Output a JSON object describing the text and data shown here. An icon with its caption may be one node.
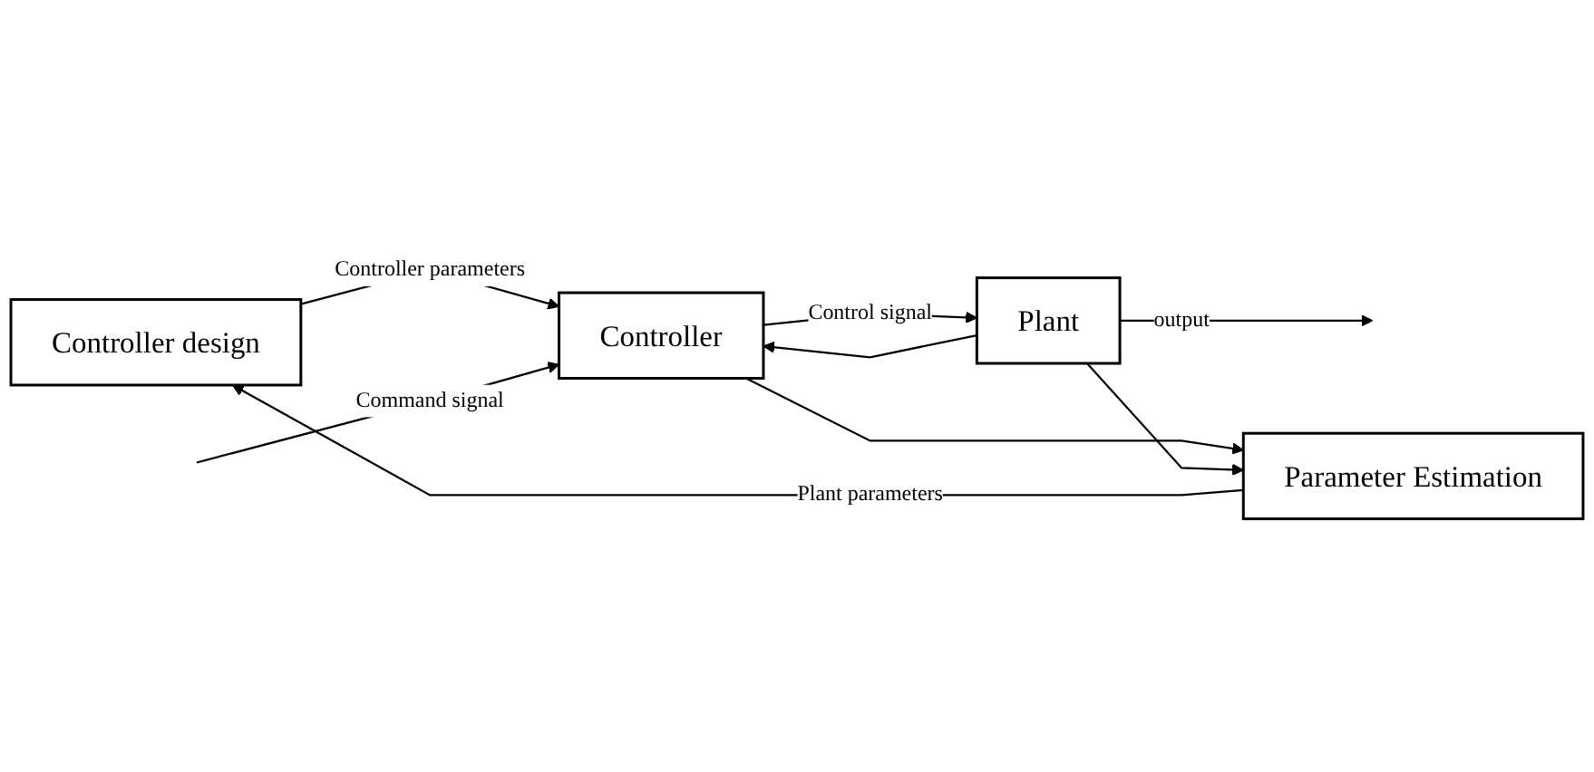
{
  "diagram": {
    "nodes": [
      {
        "text": [
          "Controller design"
        ]
      },
      {
        "text": [
          "Parameter Estimation"
        ]
      },
      {
        "text": [
          "Controller"
        ]
      },
      {
        "text": [
          "Plant"
        ]
      }
    ],
    "edges": [
      {
        "from": 1,
        "to": 0,
        "arrow": "to",
        "label": "Plant parameters"
      },
      {
        "from": 0,
        "to": 2,
        "arrow": "to",
        "label": "Controller parameters"
      },
      {
        "from": null,
        "to": 2,
        "arrow": "to",
        "label": "Command signal"
      },
      {
        "from": 2,
        "to": 3,
        "arrow": "to",
        "label": "Control signal"
      },
      {
        "from": 2,
        "to": 1,
        "arrow": "to"
      },
      {
        "from": 3,
        "to": null,
        "arrow": "to",
        "label": "output"
      },
      {
        "from": 3,
        "to": 1,
        "arrow": "to"
      },
      {
        "from": 3,
        "to": 2,
        "arrow": "to"
      }
    ]
  }
}
